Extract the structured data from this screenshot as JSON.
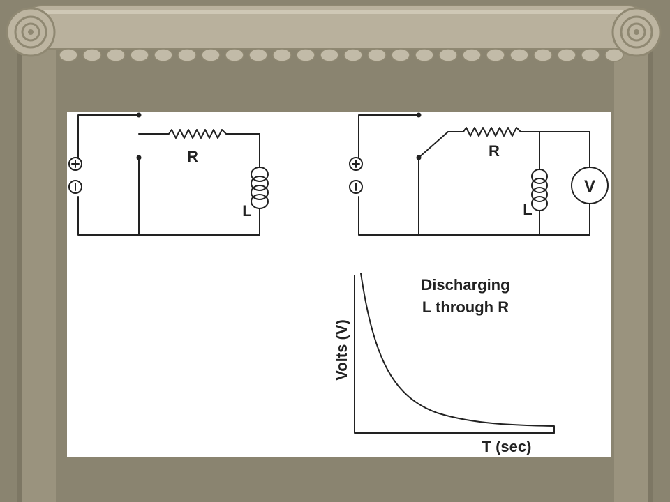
{
  "circuit_left": {
    "resistor_label": "R",
    "inductor_label": "L"
  },
  "circuit_right": {
    "resistor_label": "R",
    "inductor_label": "L",
    "voltmeter_label": "V"
  },
  "graph": {
    "title_line1": "Discharging",
    "title_line2": "L through R",
    "ylabel": "Volts (V)",
    "xlabel": "T (sec)"
  },
  "colors": {
    "background": "#8a8470",
    "column": "#b8b09c",
    "panel": "#ffffff",
    "ink": "#222222"
  }
}
